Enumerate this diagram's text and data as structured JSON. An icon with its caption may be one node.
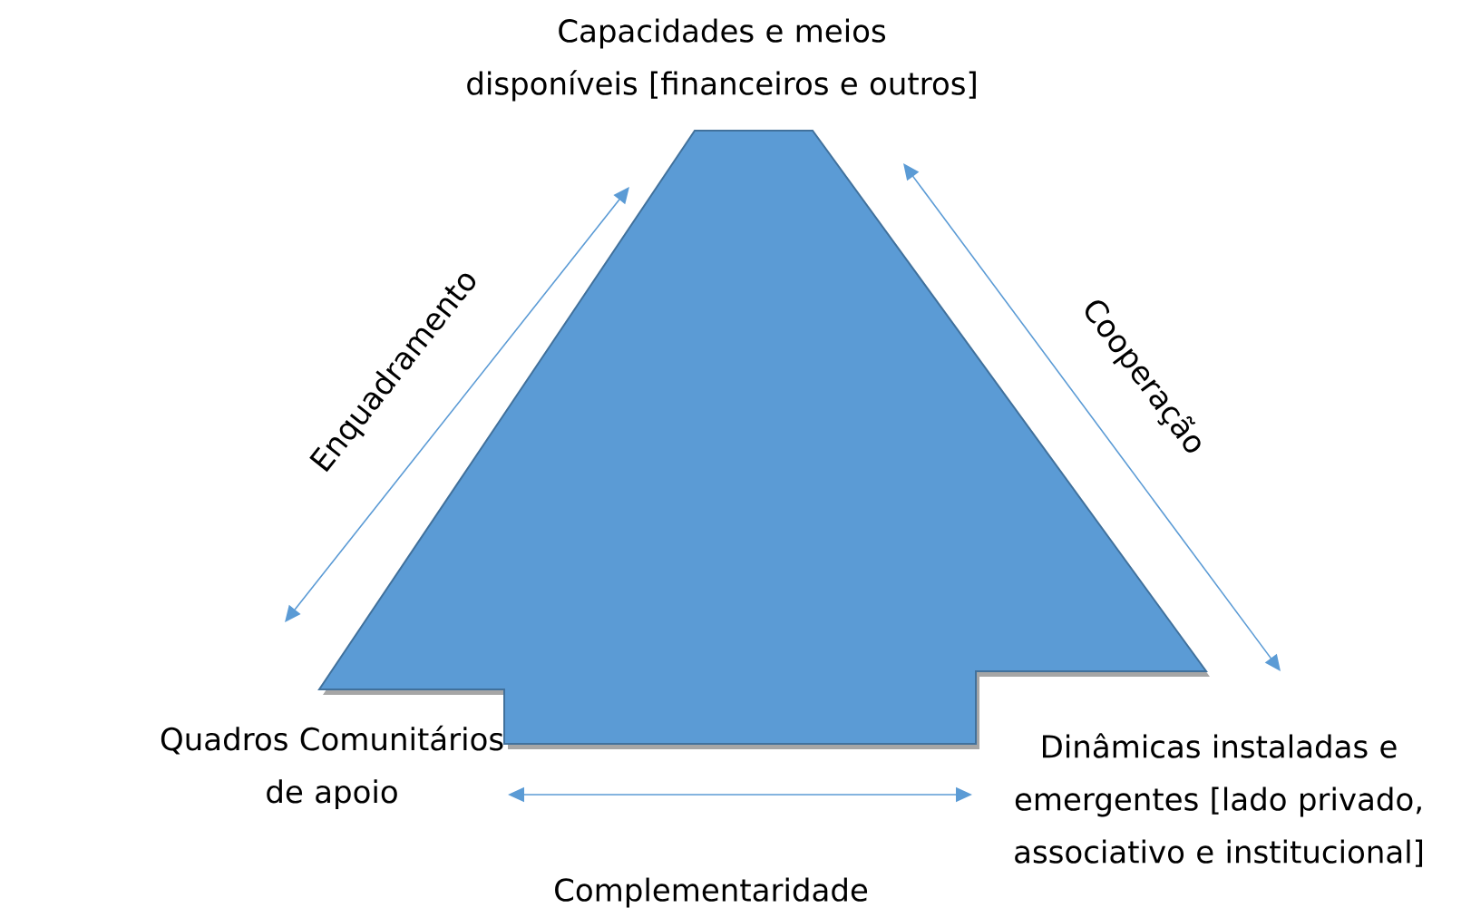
{
  "diagram": {
    "nodes": [
      {
        "text": [
          "Capacidades e meios disponíveis [financeiros e outros]"
        ]
      },
      {
        "text": [
          "Quadros Comunitários de apoio"
        ]
      },
      {
        "text": [
          "Dinâmicas instaladas e emergentes [lado privado, associativo e institucional]"
        ]
      }
    ],
    "edges": [
      {
        "from": 1,
        "to": 0,
        "arrow": "both",
        "label": "Enquadramento"
      },
      {
        "from": 0,
        "to": 2,
        "arrow": "both",
        "label": "Cooperação"
      },
      {
        "from": 1,
        "to": 2,
        "arrow": "both",
        "label": "Complementaridade"
      }
    ]
  }
}
